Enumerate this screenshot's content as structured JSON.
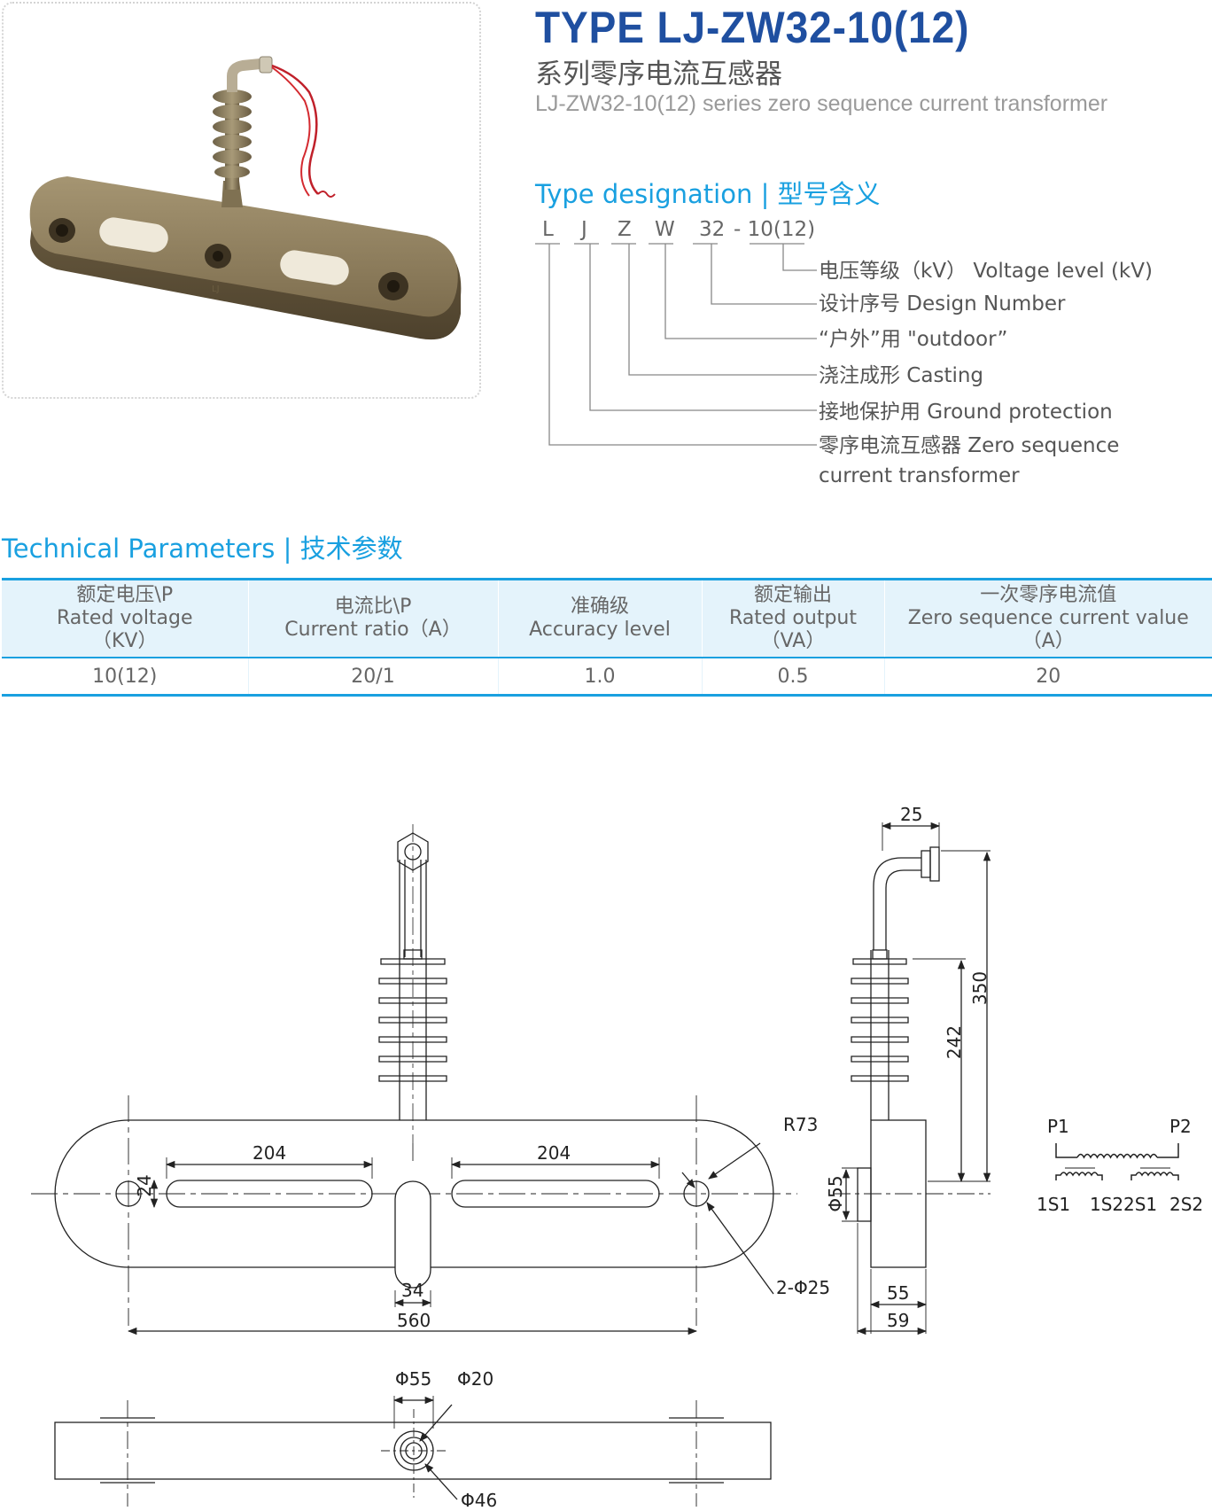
{
  "header": {
    "title": "TYPE  LJ-ZW32-10(12)",
    "subtitle_cn": "系列零序电流互感器",
    "subtitle_en": "LJ-ZW32-10(12) series zero sequence current transformer"
  },
  "type_designation": {
    "heading": "Type designation | 型号含义",
    "code_letters": [
      "L",
      "J",
      "Z",
      "W",
      "32",
      "- 10(12)"
    ],
    "meanings": [
      "电压等级（kV） Voltage level (kV)",
      "设计序号 Design Number",
      "“户外”用 \"outdoor”",
      "浇注成形 Casting",
      "接地保护用 Ground protection",
      "零序电流互感器 Zero sequence",
      "current transformer"
    ]
  },
  "technical_parameters": {
    "heading": "Technical Parameters | 技术参数",
    "columns": [
      {
        "cn": "额定电压\\P",
        "en": "Rated voltage",
        "unit": "（KV）"
      },
      {
        "cn": "电流比\\P",
        "en": "Current ratio（A）",
        "unit": ""
      },
      {
        "cn": "准确级",
        "en": "Accuracy level",
        "unit": ""
      },
      {
        "cn": "额定输出",
        "en": "Rated output",
        "unit": "（VA）"
      },
      {
        "cn": "一次零序电流值",
        "en": "Zero sequence current value",
        "unit": "（A）"
      }
    ],
    "rows": [
      [
        "10(12)",
        "20/1",
        "1.0",
        "0.5",
        "20"
      ]
    ]
  },
  "drawing": {
    "front_dims": [
      "204",
      "204",
      "24",
      "34",
      "560",
      "R73",
      "2-Φ25"
    ],
    "side_dims": [
      "25",
      "350",
      "242",
      "Φ55",
      "55",
      "59"
    ],
    "bottom_dims": [
      "Φ55",
      "Φ20",
      "Φ46"
    ],
    "wiring_labels": [
      "P1",
      "P2",
      "1S1",
      "1S2",
      "2S1",
      "2S2"
    ]
  },
  "colors": {
    "title_blue": "#1f4fa0",
    "accent_blue": "#19a0e0",
    "table_header_bg": "#e4f3fb",
    "product_body": "#8a7a5a"
  }
}
